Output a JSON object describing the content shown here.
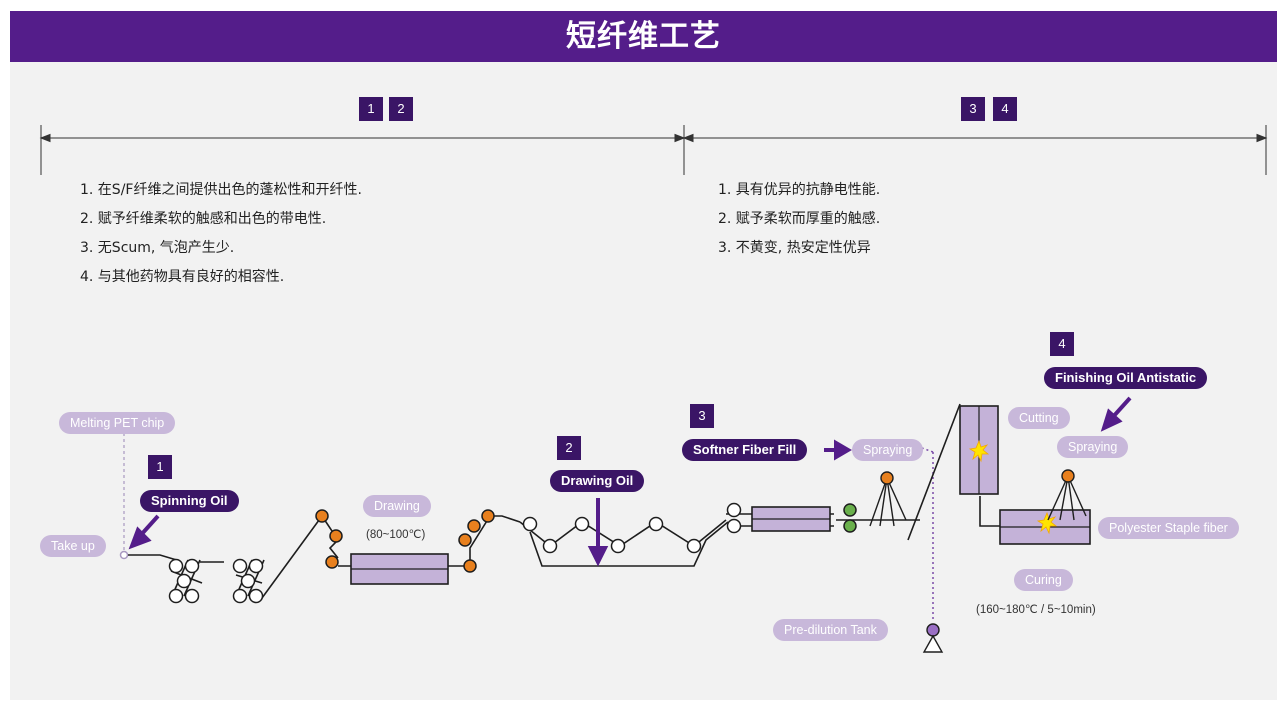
{
  "title": "短纤维工艺",
  "section_markers": {
    "left": [
      "1",
      "2"
    ],
    "right": [
      "3",
      "4"
    ]
  },
  "features_left": [
    "1. 在S/F纤维之间提供出色的蓬松性和开纤性.",
    "2. 赋予纤维柔软的触感和出色的带电性.",
    "3. 无Scum, 气泡产生少.",
    "4. 与其他药物具有良好的相容性."
  ],
  "features_right": [
    "1. 具有优异的抗静电性能.",
    "2. 赋予柔软而厚重的触感.",
    "3. 不黄变, 热安定性优异"
  ],
  "diagram": {
    "melting": "Melting PET chip",
    "take_up": "Take up",
    "step1": {
      "num": "1",
      "label": "Spinning Oil"
    },
    "drawing": "Drawing",
    "drawing_temp": "(80~100℃)",
    "step2": {
      "num": "2",
      "label": "Drawing Oil"
    },
    "step3": {
      "num": "3",
      "label": "Softner Fiber Fill"
    },
    "spraying_3": "Spraying",
    "pre_dilution": "Pre-dilution Tank",
    "cutting": "Cutting",
    "step4": {
      "num": "4",
      "label": "Finishing Oil Antistatic"
    },
    "spraying_4": "Spraying",
    "polyester": "Polyester Staple fiber",
    "curing": "Curing",
    "curing_cond": "(160~180℃ / 5~10min)"
  },
  "colors": {
    "brand_purple": "#541d8a",
    "dark_purple": "#3a1566",
    "light_purple": "#c8b8da",
    "box_fill": "#c4b2d8",
    "roller_orange": "#e8801e",
    "roller_green": "#6ab04c"
  }
}
